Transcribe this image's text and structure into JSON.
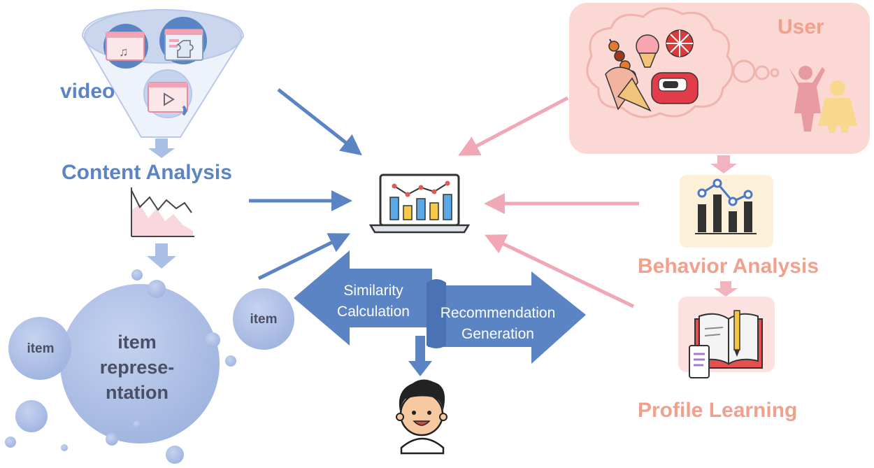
{
  "labels": {
    "video": "video",
    "content_analysis": "Content Analysis",
    "user": "User",
    "behavior_analysis": "Behavior Analysis",
    "profile_learning": "Profile Learning",
    "similarity_line1": "Similarity",
    "similarity_line2": "Calculation",
    "recommendation_line1": "Recommendation",
    "recommendation_line2": "Generation",
    "item_small_left": "item",
    "item_small_mid": "item",
    "item_rep_line1": "item",
    "item_rep_line2": "represe-",
    "item_rep_line3": "ntation"
  },
  "colors": {
    "blue_arrow": "#5b84c4",
    "light_blue": "#a9c0e4",
    "bubble_blue": "#a7b9e2",
    "pink_arrow": "#f0a7b6",
    "salmon_text": "#f2a08e",
    "user_panel": "#fbd8d3"
  }
}
